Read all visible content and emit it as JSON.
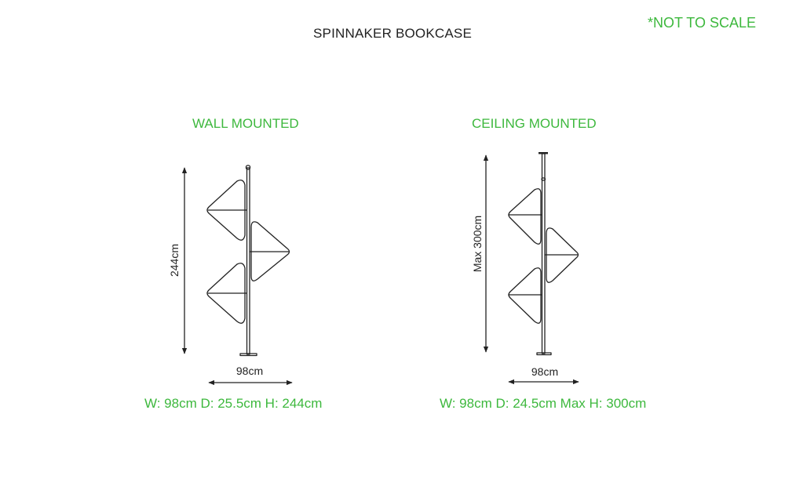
{
  "title": "SPINNAKER BOOKCASE",
  "note": "*NOT TO SCALE",
  "wall": {
    "heading": "WALL MOUNTED",
    "height_label": "244cm",
    "width_label": "98cm",
    "dimensions": "W: 98cm D: 25.5cm H: 244cm"
  },
  "ceiling": {
    "heading": "CEILING MOUNTED",
    "height_label": "Max 300cm",
    "width_label": "98cm",
    "dimensions": "W: 98cm D: 24.5cm Max H: 300cm"
  },
  "colors": {
    "accent": "#3db83d",
    "line": "#222222"
  }
}
